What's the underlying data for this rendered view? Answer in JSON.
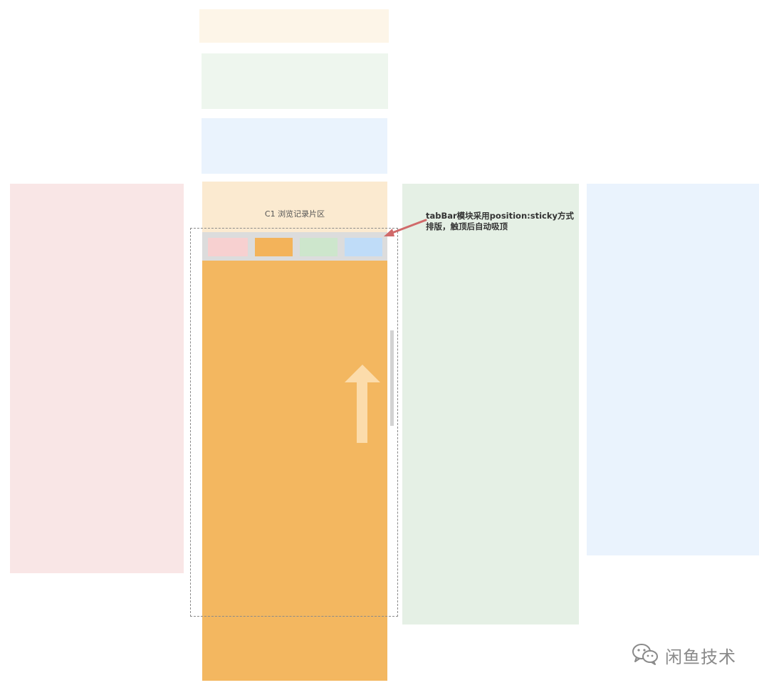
{
  "panels": {
    "browse_history_label": "C1 浏览记录片区"
  },
  "annotation": {
    "text": "tabBar模块采用position:sticky方式\n排版，触顶后自动吸顶"
  },
  "watermark": {
    "icon": "wechat-icon",
    "text": "闲鱼技术"
  },
  "colors": {
    "content_orange": "#f3b760",
    "tabbar_gray": "#dcdcdc",
    "annotation_arrow_red": "#d06a6a"
  },
  "icons": {
    "scroll_direction": "up-arrow-icon",
    "annotation_pointer": "arrow-icon"
  }
}
